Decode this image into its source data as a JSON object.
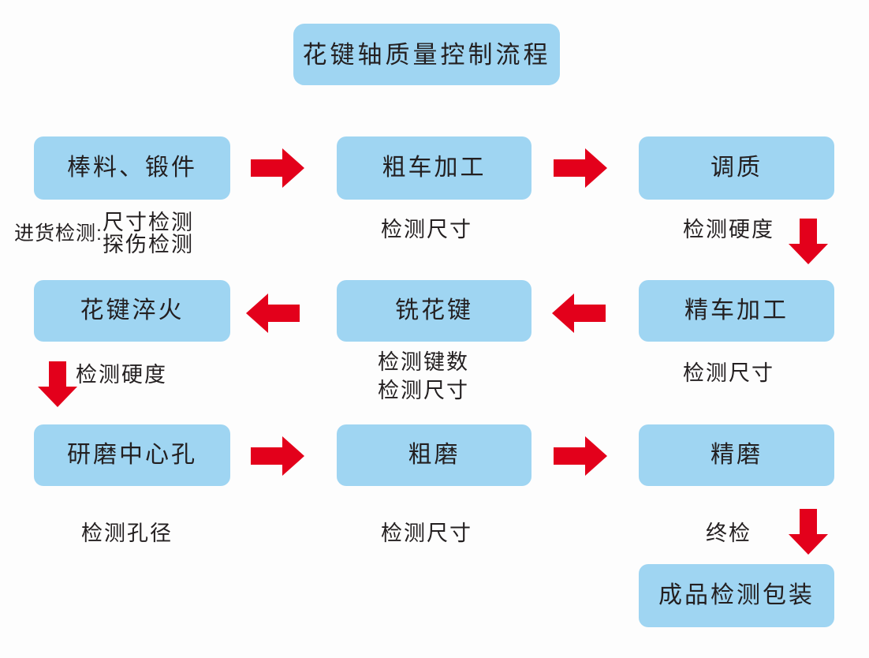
{
  "meta": {
    "colors": {
      "box_fill": "#9fd5f2",
      "arrow_red": "#e3001b",
      "text": "#231f20",
      "background": "#fdfdfd"
    }
  },
  "title": {
    "label": "花键轴质量控制流程"
  },
  "nodes": {
    "r1c1": {
      "label": "棒料、锻件"
    },
    "r1c2": {
      "label": "粗车加工"
    },
    "r1c3": {
      "label": "调质"
    },
    "r2c1": {
      "label": "花键淬火"
    },
    "r2c2": {
      "label": "铣花键"
    },
    "r2c3": {
      "label": "精车加工"
    },
    "r3c1": {
      "label": "研磨中心孔"
    },
    "r3c2": {
      "label": "粗磨"
    },
    "r3c3": {
      "label": "精磨"
    },
    "r4c3": {
      "label": "成品检测包装"
    }
  },
  "captions": {
    "r1c1": {
      "prefix": "进货检测:",
      "line1": "尺寸检测",
      "line2": "探伤检测"
    },
    "r1c2": {
      "text": "检测尺寸"
    },
    "r1c3": {
      "text": "检测硬度"
    },
    "r2c1": {
      "text": "检测硬度"
    },
    "r2c2": {
      "line1": "检测键数",
      "line2": "检测尺寸"
    },
    "r2c3": {
      "text": "检测尺寸"
    },
    "r3c1": {
      "text": "检测孔径"
    },
    "r3c2": {
      "text": "检测尺寸"
    },
    "r3c3": {
      "text": "终检"
    }
  },
  "arrows": {
    "r1_1": {
      "direction": "right"
    },
    "r1_2": {
      "direction": "right"
    },
    "r1_down": {
      "direction": "down"
    },
    "r2_1": {
      "direction": "left"
    },
    "r2_2": {
      "direction": "left"
    },
    "r2_down": {
      "direction": "down"
    },
    "r3_1": {
      "direction": "right"
    },
    "r3_2": {
      "direction": "right"
    },
    "r3_down": {
      "direction": "down"
    }
  }
}
